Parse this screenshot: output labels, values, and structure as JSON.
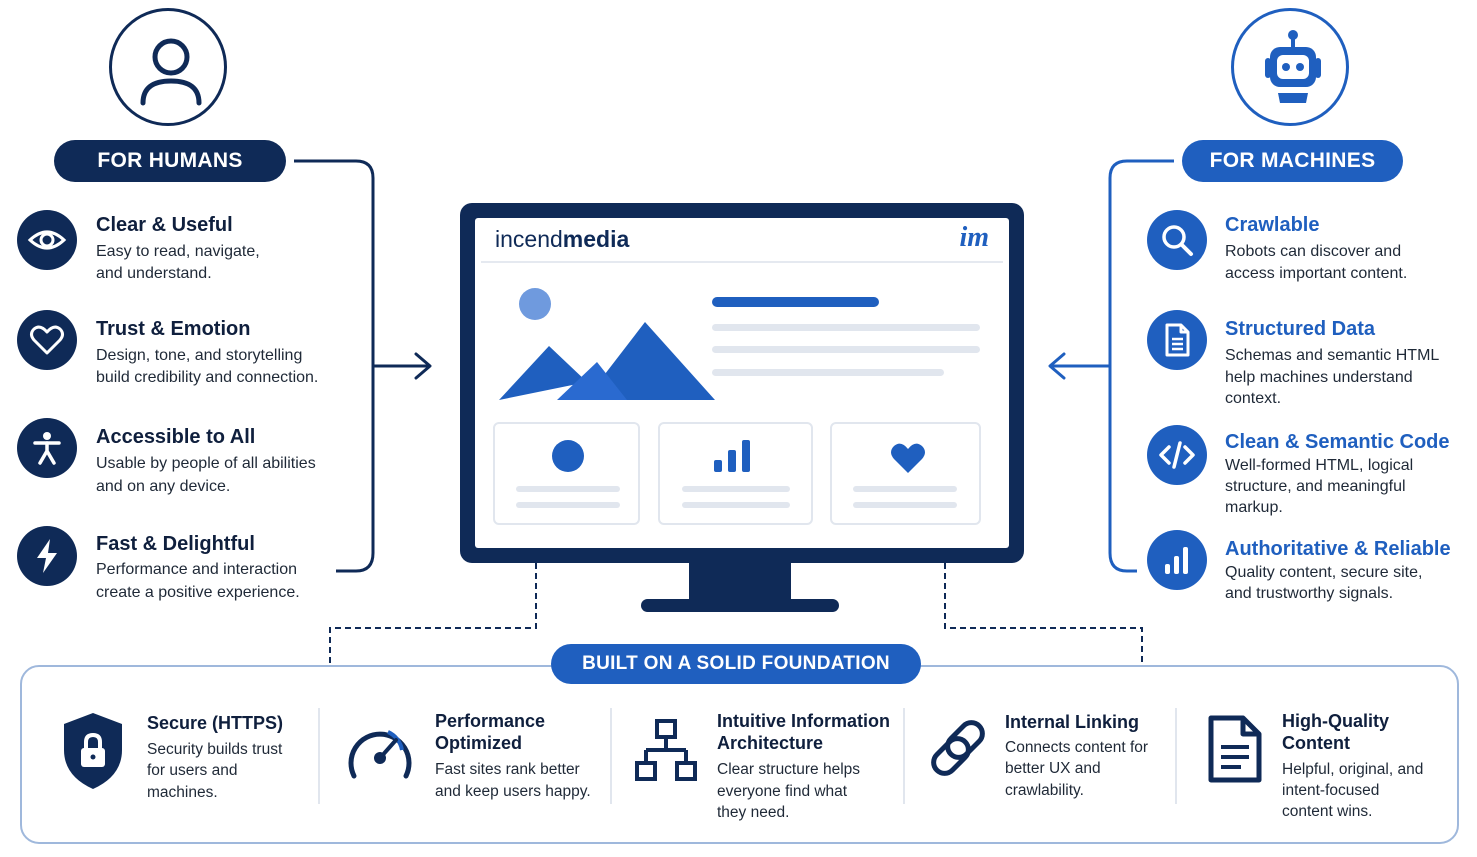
{
  "humans": {
    "label": "FOR HUMANS",
    "items": [
      {
        "title": "Clear & Useful",
        "desc1": "Easy to read, navigate,",
        "desc2": "and understand.",
        "icon": "eye-icon"
      },
      {
        "title": "Trust & Emotion",
        "desc1": "Design, tone, and storytelling",
        "desc2": "build credibility and connection.",
        "icon": "heart-icon"
      },
      {
        "title": "Accessible to All",
        "desc1": "Usable by people of all abilities",
        "desc2": "and on any device.",
        "icon": "accessibility-icon"
      },
      {
        "title": "Fast & Delightful",
        "desc1": "Performance and interaction",
        "desc2": "create a positive experience.",
        "icon": "lightning-icon"
      }
    ]
  },
  "machines": {
    "label": "FOR MACHINES",
    "items": [
      {
        "title": "Crawlable",
        "desc1": "Robots can discover and",
        "desc2": "access important content.",
        "icon": "search-icon"
      },
      {
        "title": "Structured Data",
        "desc1": "Schemas and semantic HTML",
        "desc2": "help machines understand",
        "desc3": "context.",
        "icon": "document-icon"
      },
      {
        "title": "Clean & Semantic Code",
        "desc1": "Well-formed HTML, logical",
        "desc2": "structure, and meaningful",
        "desc3": "markup.",
        "icon": "code-icon"
      },
      {
        "title": "Authoritative & Reliable",
        "desc1": "Quality content, secure site,",
        "desc2": "and trustworthy signals.",
        "icon": "bar-chart-icon"
      }
    ]
  },
  "monitor": {
    "brand_light": "incend",
    "brand_bold": "media",
    "logo_mark": "im"
  },
  "foundation": {
    "label": "BUILT ON A SOLID FOUNDATION",
    "items": [
      {
        "title1": "Secure (HTTPS)",
        "d1": "Security builds trust",
        "d2": "for users and",
        "d3": "machines.",
        "icon": "lock-shield-icon"
      },
      {
        "title1": "Performance",
        "title2": "Optimized",
        "d1": "Fast sites rank better",
        "d2": "and keep users happy.",
        "icon": "gauge-icon"
      },
      {
        "title1": "Intuitive Information",
        "title2": "Architecture",
        "d1": "Clear structure helps",
        "d2": "everyone find what",
        "d3": "they need.",
        "icon": "sitemap-icon"
      },
      {
        "title1": "Internal Linking",
        "d1": "Connects content for",
        "d2": "better UX and",
        "d3": "crawlability.",
        "icon": "link-icon"
      },
      {
        "title1": "High-Quality",
        "title2": "Content",
        "d1": "Helpful, original, and",
        "d2": "intent-focused",
        "d3": "content wins.",
        "icon": "file-text-icon"
      }
    ]
  },
  "colors": {
    "navy": "#0f2a57",
    "blue": "#1f5fbf",
    "light_blue": "#9fb8dc"
  }
}
